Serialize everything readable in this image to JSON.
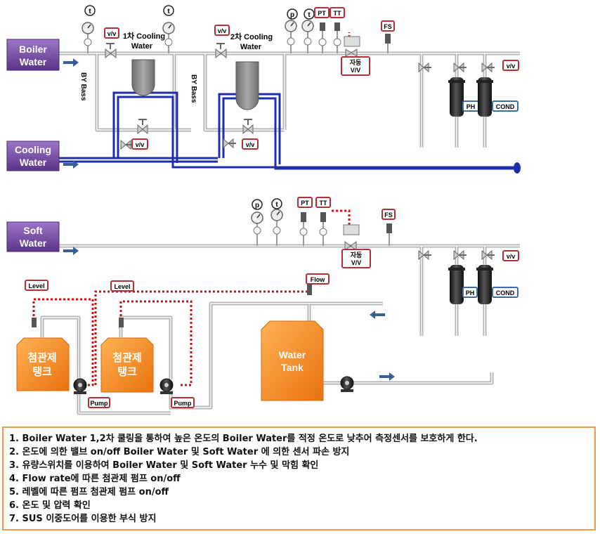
{
  "sources": {
    "boiler_water": [
      "Boiler",
      "Water"
    ],
    "cooling_water": [
      "Cooling",
      "Water"
    ],
    "soft_water": [
      "Soft",
      "Water"
    ]
  },
  "instruments": {
    "t": "t",
    "p": "p",
    "pt": "PT",
    "tt": "TT",
    "fs": "FS",
    "vv": "v/v",
    "auto_valve": [
      "자동",
      "V/V"
    ],
    "ph": "PH",
    "cond": "COND",
    "level": "Level",
    "flow": "Flow",
    "pump": "Pump"
  },
  "cooling": {
    "first": [
      "1차 Cooling",
      "Water"
    ],
    "second": [
      "2차 Cooling",
      "Water"
    ],
    "bypass": "BY Bass"
  },
  "tanks": {
    "chemical": [
      "첨관제",
      "탱크"
    ],
    "water": [
      "Water",
      "Tank"
    ]
  },
  "colors": {
    "source_box": "#7b4ea8",
    "tank_orange": "#f58a1f",
    "cooling_line": "#1d2ea8",
    "signal_line": "#cc1111",
    "pipe": "#b3b3b3",
    "tag_border": "#b0313a",
    "analyzer_tag_border": "#3b6ea5",
    "notes_border": "#f09a4a"
  },
  "notes": [
    "1. Boiler Water 1,2차 쿨링을 통하여 높은 온도의 Boiler Water를 적정 온도로 낮추어 측정센서를 보호하게 한다.",
    "2. 온도에 의한 밸브 on/off Boiler Water 및 Soft Water 에 의한 센서 파손 방지",
    "3. 유량스위치를 이용하여 Boiler Water 및 Soft Water 누수 및 막힘 확인",
    "4. Flow rate에 따른 첨관제 펌프 on/off",
    "5. 레벨에 따른 펌프 첨관제 펌프 on/off",
    "6. 온도 및 압력 확인",
    "7. SUS 이중도어를 이용한 부식 방지"
  ]
}
